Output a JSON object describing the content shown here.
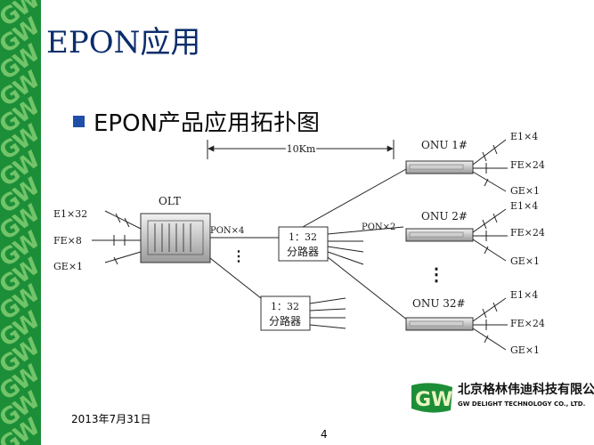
{
  "slide": {
    "title": "EPON应用",
    "bullet": "EPON产品应用拓扑图",
    "date": "2013年7月31日",
    "page_number": "4"
  },
  "diagram": {
    "distance": "10Km",
    "olt_label": "OLT",
    "olt_ports": [
      "E1×32",
      "FE×8",
      "GE×1"
    ],
    "pon_left": "PON×4",
    "pon_right": "PON×2",
    "splitter_ratio": "1：32",
    "splitter_name": "分路器",
    "onus": [
      {
        "name": "ONU 1#",
        "ports": [
          "E1×4",
          "FE×24",
          "GE×1"
        ]
      },
      {
        "name": "ONU 2#",
        "ports": [
          "E1×4",
          "FE×24",
          "GE×1"
        ]
      },
      {
        "name": "ONU 32#",
        "ports": [
          "E1×4",
          "FE×24",
          "GE×1"
        ]
      }
    ]
  },
  "logo": {
    "mark": "GW",
    "company_cn": "北京格林伟迪科技有限公司",
    "company_en": "GW DELIGHT TECHNOLOGY CO., LTD."
  },
  "colors": {
    "strip": "#1d8e38",
    "title": "#0b2d6b",
    "bullet": "#1f4fa8"
  }
}
